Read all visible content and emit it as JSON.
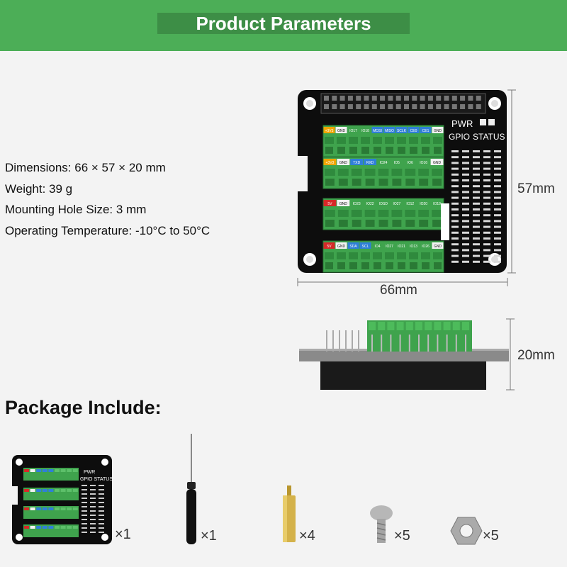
{
  "header": {
    "title": "Product Parameters"
  },
  "specs": [
    "Dimensions: 66 × 57 × 20 mm",
    "Weight: 39 g",
    "Mounting Hole Size: 3 mm",
    "Operating Temperature: -10°C to 50°C"
  ],
  "board": {
    "pwr_label": "PWR",
    "gpio_label": "GPIO",
    "status_label": "STATUS",
    "rows": [
      [
        "+3V3",
        "GND",
        "IO17",
        "IO18",
        "MOSI",
        "MISO",
        "SCLK",
        "CE0",
        "CE1",
        "GND"
      ],
      [
        "+3V3",
        "GND",
        "TXD",
        "RXD",
        "IO24",
        "IO5",
        "IO6",
        "IO16",
        "GND"
      ],
      [
        "5V",
        "GND",
        "IO23",
        "IO22",
        "IDSD",
        "IO27",
        "IO12",
        "IO20",
        "IO19"
      ],
      [
        "5V",
        "GND",
        "SDA",
        "SCL",
        "IO4",
        "IO27",
        "IO21",
        "IO13",
        "IO26",
        "GND"
      ]
    ]
  },
  "dimensions": {
    "height": "57mm",
    "width": "66mm",
    "depth": "20mm"
  },
  "package": {
    "heading": "Package Include:",
    "items": [
      {
        "name": "terminal board",
        "qty": "×1"
      },
      {
        "name": "screwdriver",
        "qty": "×1"
      },
      {
        "name": "standoff",
        "qty": "×4"
      },
      {
        "name": "screw",
        "qty": "×5"
      },
      {
        "name": "nut",
        "qty": "×5"
      }
    ]
  },
  "colors": {
    "header_bg": "#4cae57",
    "title_bg": "#3d8e46",
    "terminal_green": "#3fa34d",
    "board_black": "#0d0d0d"
  }
}
